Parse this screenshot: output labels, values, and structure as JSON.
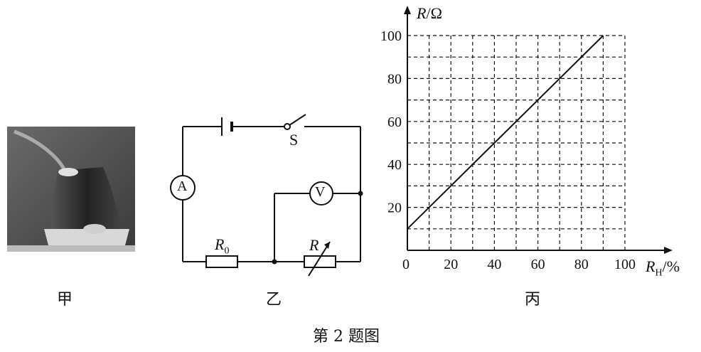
{
  "panels": {
    "jia": "甲",
    "yi": "乙",
    "bing": "丙"
  },
  "figure_caption": "第 2 题图",
  "circuit": {
    "switch_label": "S",
    "ammeter_label": "A",
    "voltmeter_label": "V",
    "resistor_fixed": {
      "symbol": "R",
      "subscript": "0"
    },
    "resistor_variable": "R"
  },
  "chart_data": {
    "type": "line",
    "xlabel": {
      "symbol": "R",
      "subscript": "H",
      "unit": "/%"
    },
    "ylabel": {
      "symbol": "R",
      "unit": "/Ω"
    },
    "x_ticks": [
      "0",
      "20",
      "40",
      "60",
      "80",
      "100"
    ],
    "y_ticks": [
      "20",
      "40",
      "60",
      "80",
      "100"
    ],
    "xlim": [
      0,
      100
    ],
    "ylim": [
      0,
      100
    ],
    "grid": true,
    "grid_style": "dashed",
    "series": [
      {
        "x": [
          0,
          90
        ],
        "y": [
          10,
          100
        ]
      }
    ]
  },
  "colors": {
    "ink": "#111111",
    "photo_dark": "#2a2a2a"
  }
}
